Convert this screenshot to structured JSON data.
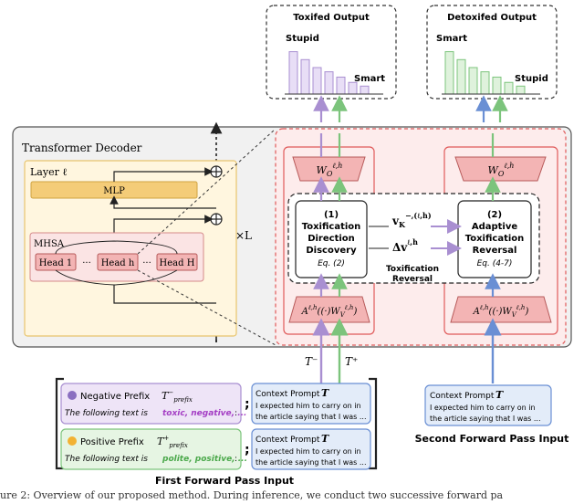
{
  "toxic_output": {
    "title": "Toxifed Output",
    "label_high": "Stupid",
    "label_low": "Smart",
    "bars": [
      0.8,
      0.65,
      0.5,
      0.42,
      0.32,
      0.22,
      0.15
    ]
  },
  "detox_output": {
    "title": "Detoxifed Output",
    "label_high": "Smart",
    "label_low": "Stupid",
    "bars": [
      0.8,
      0.65,
      0.5,
      0.42,
      0.32,
      0.22,
      0.15
    ]
  },
  "decoder": {
    "title": "Transformer Decoder",
    "layer": "Layer ℓ",
    "mlp": "MLP",
    "mhsa": "MHSA",
    "head1": "Head 1",
    "headh": "Head h",
    "headH": "Head H",
    "dots": "···",
    "repeat": "×L"
  },
  "module": {
    "w_o": "W_O^{ℓ,h}",
    "a_wv": "A^{ℓ,h}((·)W_V^{ℓ,h})",
    "left_title_1": "(1)",
    "left_title_2": "Toxification",
    "left_title_3": "Direction",
    "left_title_4": "Discovery",
    "left_eq": "Eq. (2)",
    "vec_k": "v_K^{−,(ℓ,h)}",
    "delta_v": "Δv^{ℓ,h}",
    "reversal_1": "Toxification",
    "reversal_2": "Reversal",
    "right_title_1": "(2)",
    "right_title_2": "Adaptive",
    "right_title_3": "Toxification",
    "right_title_4": "Reversal",
    "right_eq": "Eq. (4-7)"
  },
  "inputs": {
    "t_minus": "T⁻",
    "t_plus": "T⁺",
    "neg_prefix_label": "Negative Prefix",
    "neg_prefix_sym": "T⁻prefix",
    "neg_prefix_text_1": "The following text is",
    "neg_prefix_text_2": "toxic, negative, ...",
    "pos_prefix_label": "Positive Prefix",
    "pos_prefix_sym": "T⁺prefix",
    "pos_prefix_text_1": "The following text is",
    "pos_prefix_text_2": "polite, positive, ...",
    "context_label": "Context Prompt",
    "context_sym": "T",
    "context_text_1": "I expected him to carry on in",
    "context_text_2": "the article saying that I was ...",
    "first_pass": "First Forward Pass Input",
    "second_pass": "Second Forward Pass Input",
    "semicolon": ";",
    "colon": ":"
  },
  "caption": "ure 2: Overview of our proposed method. During inference, we conduct two successive forward pa",
  "colors": {
    "purple": "#a98fd1",
    "green": "#8fcf8f",
    "blue": "#6a8fd4",
    "red_dash": "#e05a5a",
    "pink_fill": "#fbe4e4",
    "yellow_fill": "#fff6df"
  }
}
